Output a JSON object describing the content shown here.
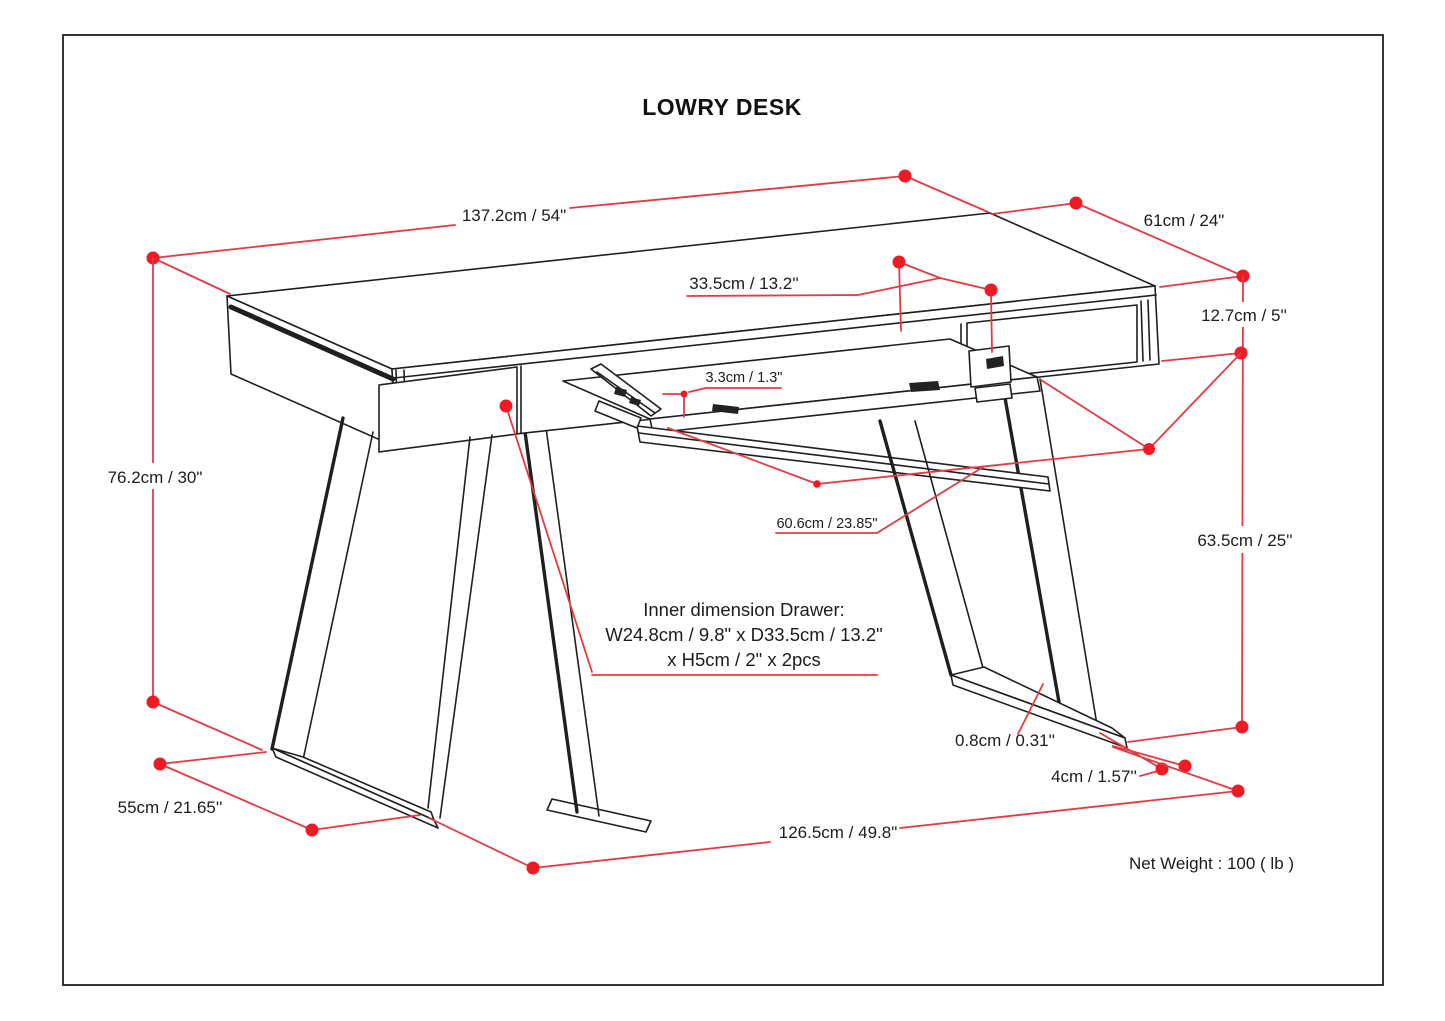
{
  "title": "LOWRY DESK",
  "net_weight": "Net Weight : 100 ( lb )",
  "colors": {
    "dimension_red": "#ed1c24",
    "drawing_black": "#1f1f1f"
  },
  "dimensions": {
    "top_width": "137.2cm / 54\"",
    "top_depth": "61cm / 24\"",
    "apron_height": "12.7cm / 5''",
    "tray_width": "33.5cm / 13.2''",
    "slide_height": "3.3cm / 1.3\"",
    "overall_height": "76.2cm / 30\"",
    "leg_clearance": "63.5cm / 25''",
    "tray_depth": "60.6cm / 23.85\"",
    "foot_thickness": "0.8cm / 0.31''",
    "foot_width": "4cm / 1.57''",
    "foot_length": "55cm / 21.65''",
    "base_width": "126.5cm / 49.8\""
  },
  "drawer_note": {
    "line1": "Inner dimension Drawer:",
    "line2": "W24.8cm / 9.8\" x D33.5cm / 13.2\"",
    "line3": "x H5cm / 2\" x 2pcs"
  }
}
